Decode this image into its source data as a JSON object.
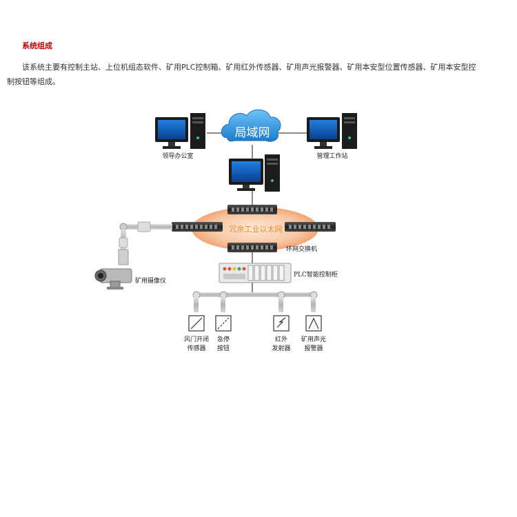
{
  "section": {
    "heading": "系统组成",
    "description": "该系统主要有控制主站、上位机组态软件、矿用PLC控制箱、矿用红外传感器、矿用声光报警器、矿用本安型位置传感器、矿用本安型控制按钮等组成。"
  },
  "diagram": {
    "cloud_label": "局域网",
    "ring_label": "冗余工业以太网",
    "left_pc_label": "领导办公室",
    "right_pc_label": "管理工作站",
    "switch_label": "环网交换机",
    "camera_label": "矿用摄像仪",
    "plc_label": "PLC智能控制柜",
    "devices": [
      {
        "line1": "风门开闭",
        "line2": "传感器"
      },
      {
        "line1": "急停",
        "line2": "按钮"
      },
      {
        "line1": "红外",
        "line2": "发射器"
      },
      {
        "line1": "矿用声光",
        "line2": "报警器"
      }
    ],
    "colors": {
      "heading": "#c00000",
      "cloud": "#2b8fd6",
      "ring": "#f4b58a",
      "ring_text": "#e98a2a",
      "pipe": "#b8b8b8"
    }
  }
}
